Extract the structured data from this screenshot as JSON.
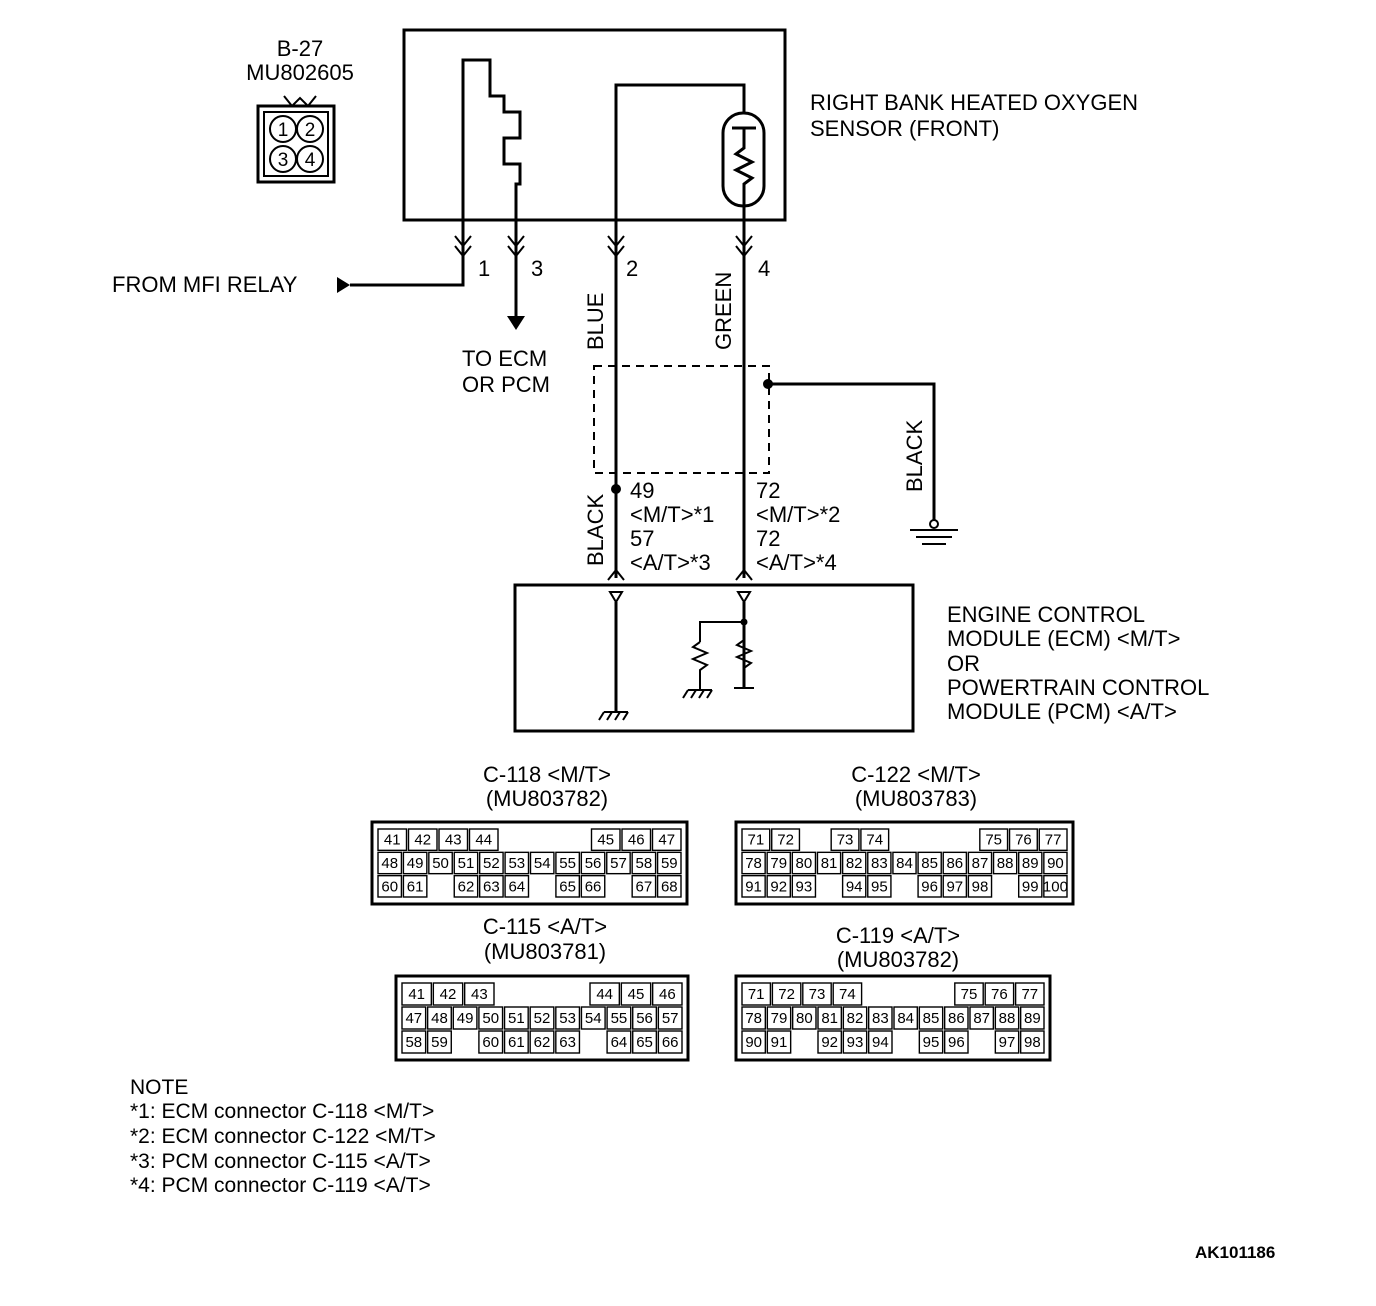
{
  "sensor_connector": {
    "code": "B-27",
    "part": "MU802605",
    "pins": [
      "1",
      "2",
      "3",
      "4"
    ]
  },
  "sensor": {
    "title_line1": "RIGHT BANK HEATED OXYGEN",
    "title_line2": "SENSOR (FRONT)"
  },
  "terminals": [
    "1",
    "3",
    "2",
    "4"
  ],
  "from_relay": "FROM MFI RELAY",
  "to_ecm": {
    "line1": "TO ECM",
    "line2": "OR PCM"
  },
  "wire_colors": {
    "blue": "BLUE",
    "green": "GREEN",
    "black_left": "BLACK",
    "black_ground": "BLACK"
  },
  "ecm_pins": {
    "left": [
      "49",
      "<M/T>*1",
      "57",
      "<A/T>*3"
    ],
    "right": [
      "72",
      "<M/T>*2",
      "72",
      "<A/T>*4"
    ]
  },
  "module": {
    "line1": "ENGINE CONTROL",
    "line2": "MODULE (ECM) <M/T>",
    "line3": "OR",
    "line4": "POWERTRAIN CONTROL",
    "line5": "MODULE (PCM) <A/T>"
  },
  "connectors": [
    {
      "id": "c118",
      "title": "C-118 <M/T>",
      "part": "(MU803782)",
      "rows": [
        [
          "41",
          "42",
          "43",
          "44",
          "",
          "",
          "",
          "45",
          "46",
          "47"
        ],
        [
          "48",
          "49",
          "50",
          "51",
          "52",
          "53",
          "54",
          "55",
          "56",
          "57",
          "58",
          "59"
        ],
        [
          "60",
          "61",
          "",
          "62",
          "63",
          "64",
          "",
          "65",
          "66",
          "",
          "67",
          "68"
        ]
      ]
    },
    {
      "id": "c122",
      "title": "C-122 <M/T>",
      "part": "(MU803783)",
      "rows": [
        [
          "71",
          "72",
          "",
          "73",
          "74",
          "",
          "",
          "",
          "75",
          "76",
          "77"
        ],
        [
          "78",
          "79",
          "80",
          "81",
          "82",
          "83",
          "84",
          "85",
          "86",
          "87",
          "88",
          "89",
          "90"
        ],
        [
          "91",
          "92",
          "93",
          "",
          "94",
          "95",
          "",
          "96",
          "97",
          "98",
          "",
          "99",
          "100"
        ]
      ]
    },
    {
      "id": "c115",
      "title": "C-115 <A/T>",
      "part": "(MU803781)",
      "rows": [
        [
          "41",
          "42",
          "43",
          "",
          "",
          "",
          "44",
          "45",
          "46"
        ],
        [
          "47",
          "48",
          "49",
          "50",
          "51",
          "52",
          "53",
          "54",
          "55",
          "56",
          "57"
        ],
        [
          "58",
          "59",
          "",
          "60",
          "61",
          "62",
          "63",
          "",
          "64",
          "65",
          "66"
        ]
      ]
    },
    {
      "id": "c119",
      "title": "C-119 <A/T>",
      "part": "(MU803782)",
      "rows": [
        [
          "71",
          "72",
          "73",
          "74",
          "",
          "",
          "",
          "75",
          "76",
          "77"
        ],
        [
          "78",
          "79",
          "80",
          "81",
          "82",
          "83",
          "84",
          "85",
          "86",
          "87",
          "88",
          "89"
        ],
        [
          "90",
          "91",
          "",
          "92",
          "93",
          "94",
          "",
          "95",
          "96",
          "",
          "97",
          "98"
        ]
      ]
    }
  ],
  "notes": {
    "title": "NOTE",
    "items": [
      "*1: ECM connector C-118 <M/T>",
      "*2: ECM connector C-122 <M/T>",
      "*3: PCM connector C-115 <A/T>",
      "*4: PCM connector C-119 <A/T>"
    ]
  },
  "diagram_code": "AK101186"
}
